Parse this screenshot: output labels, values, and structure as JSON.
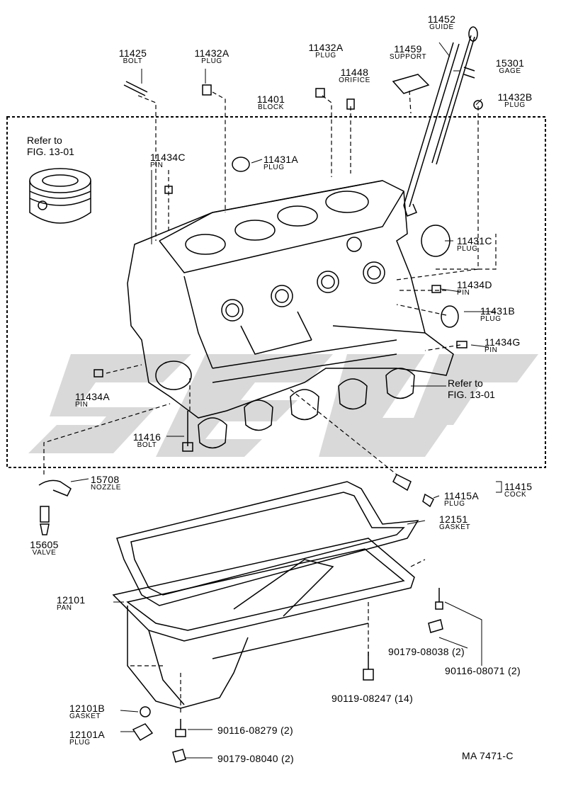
{
  "labels": {
    "p11425": {
      "num": "11425",
      "name": "BOLT"
    },
    "p11432A": {
      "num": "11432A",
      "name": "PLUG"
    },
    "p11432A_top": {
      "num": "11432A",
      "name": "PLUG"
    },
    "p11448": {
      "num": "11448",
      "name": "ORIFICE"
    },
    "p11459": {
      "num": "11459",
      "name": "SUPPORT"
    },
    "p11452": {
      "num": "11452",
      "name": "GUIDE"
    },
    "p15301": {
      "num": "15301",
      "name": "GAGE"
    },
    "p11432B": {
      "num": "11432B",
      "name": "PLUG"
    },
    "p11401": {
      "num": "11401",
      "name": "BLOCK"
    },
    "p11434C": {
      "num": "11434C",
      "name": "PIN"
    },
    "p11431A": {
      "num": "11431A",
      "name": "PLUG"
    },
    "p11431C": {
      "num": "11431C",
      "name": "PLUG"
    },
    "p11434D": {
      "num": "11434D",
      "name": "PIN"
    },
    "p11431B": {
      "num": "11431B",
      "name": "PLUG"
    },
    "p11434G": {
      "num": "11434G",
      "name": "PIN"
    },
    "p11434A": {
      "num": "11434A",
      "name": "PIN"
    },
    "p11416": {
      "num": "11416",
      "name": "BOLT"
    },
    "p15708": {
      "num": "15708",
      "name": "NOZZLE"
    },
    "p15605": {
      "num": "15605",
      "name": "VALVE"
    },
    "p11415A": {
      "num": "11415A",
      "name": "PLUG"
    },
    "p11415": {
      "num": "11415",
      "name": "COCK"
    },
    "p12151": {
      "num": "12151",
      "name": "GASKET"
    },
    "p12101": {
      "num": "12101",
      "name": "PAN"
    },
    "p12101B": {
      "num": "12101B",
      "name": "GASKET"
    },
    "p12101A": {
      "num": "12101A",
      "name": "PLUG"
    }
  },
  "callouts": {
    "refer_left_1": "Refer to",
    "refer_left_2": "FIG. 13-01",
    "refer_right_1": "Refer to",
    "refer_right_2": "FIG. 13-01",
    "b90179_08038": "90179-08038 (2)",
    "b90116_08071": "90116-08071 (2)",
    "b90119_08247": "90119-08247 (14)",
    "b90116_08279": "90116-08279 (2)",
    "b90179_08040": "90179-08040 (2)",
    "figure_code": "MA 7471-C"
  },
  "colors": {
    "ink": "#000000",
    "watermark": "#d9d9d9"
  }
}
